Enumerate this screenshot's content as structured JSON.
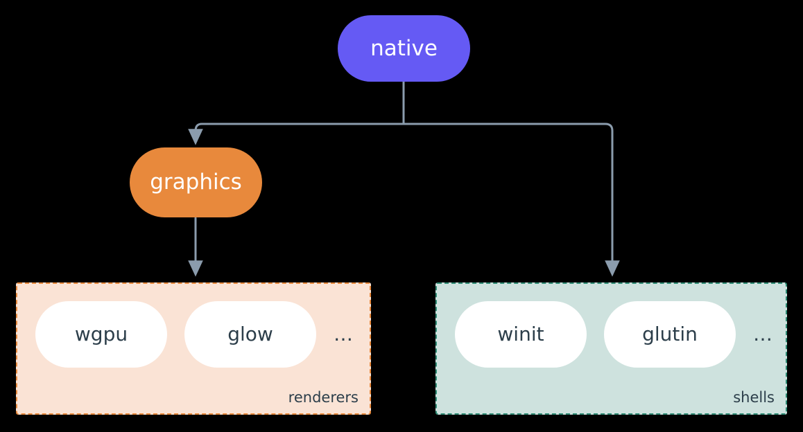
{
  "diagram": {
    "type": "flowchart",
    "direction": "top-down",
    "background_color": "#000000",
    "nodes": {
      "native": {
        "label": "native",
        "shape": "stadium",
        "fill": "#655AF4",
        "text_color": "#FFFFFF"
      },
      "graphics": {
        "label": "graphics",
        "shape": "stadium",
        "fill": "#E8893C",
        "text_color": "#FFFFFF"
      }
    },
    "clusters": [
      {
        "id": "renderers",
        "title": "renderers",
        "fill": "#FAE3D5",
        "border_color": "#E8893C",
        "border_style": "dashed",
        "items": [
          {
            "label": "wgpu"
          },
          {
            "label": "glow"
          }
        ],
        "overflow_label": "…"
      },
      {
        "id": "shells",
        "title": "shells",
        "fill": "#CEE2DE",
        "border_color": "#2E8B74",
        "border_style": "dashed",
        "items": [
          {
            "label": "winit"
          },
          {
            "label": "glutin"
          }
        ],
        "overflow_label": "…"
      }
    ],
    "edges": [
      {
        "from": "native",
        "to": "graphics",
        "style": "elbow",
        "arrow": true,
        "color": "#8B9CAD"
      },
      {
        "from": "native",
        "to": "shells",
        "style": "elbow",
        "arrow": true,
        "color": "#8B9CAD"
      },
      {
        "from": "graphics",
        "to": "renderers",
        "style": "straight",
        "arrow": true,
        "color": "#8B9CAD"
      }
    ],
    "edge_color": "#8B9CAD",
    "leaf_fill": "#FFFFFF",
    "leaf_text_color": "#2C3E4A"
  }
}
